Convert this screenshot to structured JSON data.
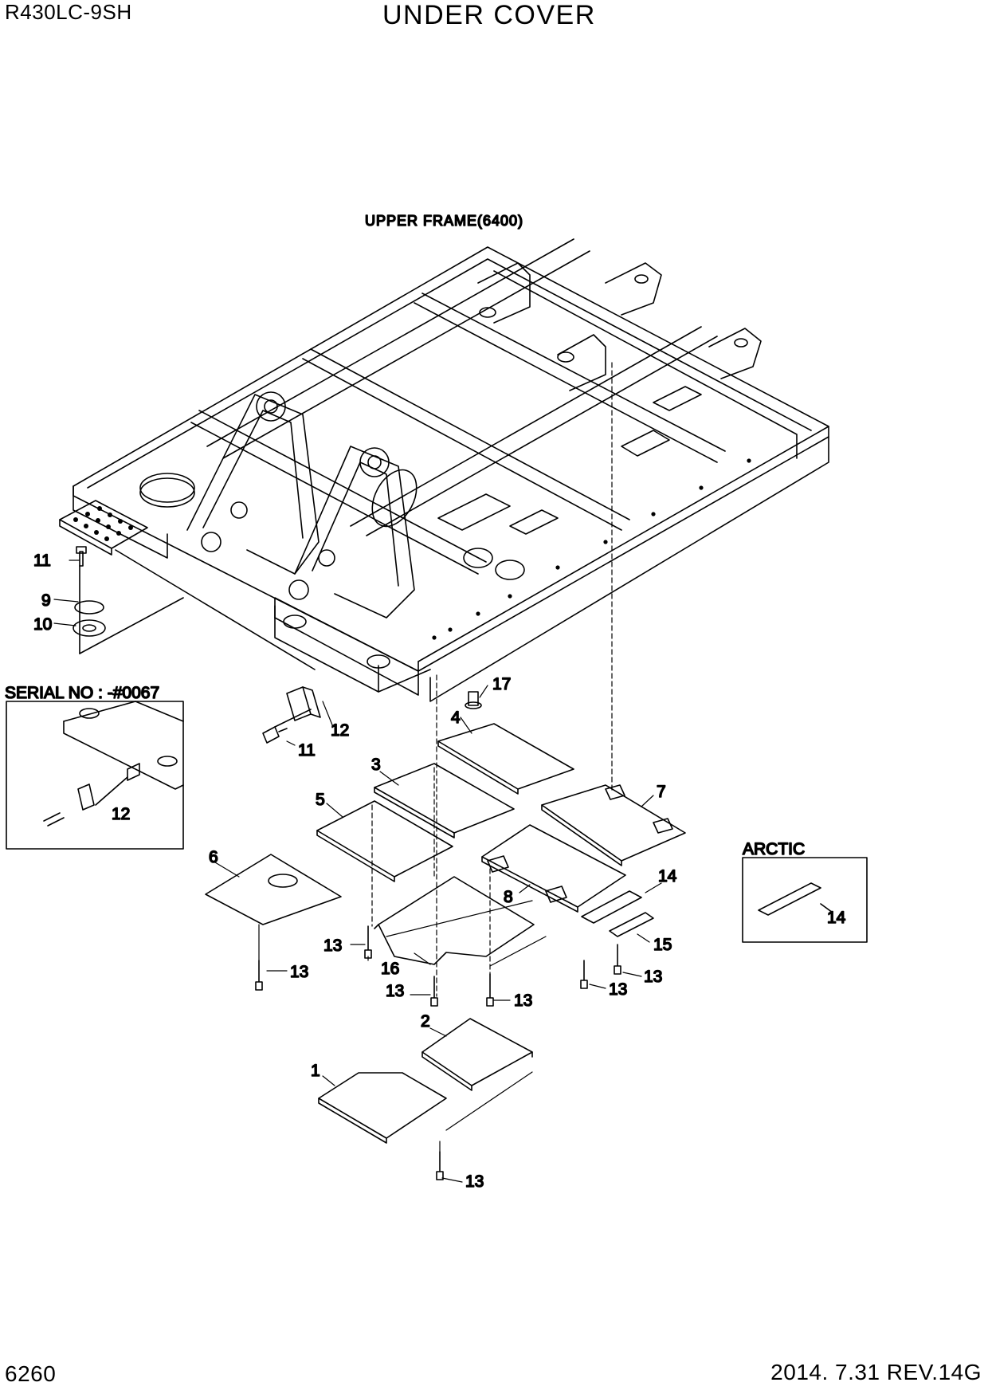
{
  "header": {
    "model": "R430LC-9SH",
    "title": "UNDER COVER"
  },
  "footer": {
    "page_number": "6260",
    "revision": "2014. 7.31  REV.14G"
  },
  "notes": {
    "upper_frame": "UPPER FRAME(6400)",
    "serial": "SERIAL NO : -#0067",
    "arctic": "ARCTIC"
  },
  "callouts": {
    "c1": "1",
    "c2": "2",
    "c3": "3",
    "c4": "4",
    "c5": "5",
    "c6": "6",
    "c7": "7",
    "c8": "8",
    "c9": "9",
    "c10": "10",
    "c11a": "11",
    "c11b": "11",
    "c12a": "12",
    "c12b": "12",
    "c13a": "13",
    "c13b": "13",
    "c13c": "13",
    "c13d": "13",
    "c13e": "13",
    "c13f": "13",
    "c13g": "13",
    "c14a": "14",
    "c14b": "14",
    "c15": "15",
    "c16": "16",
    "c17": "17"
  }
}
